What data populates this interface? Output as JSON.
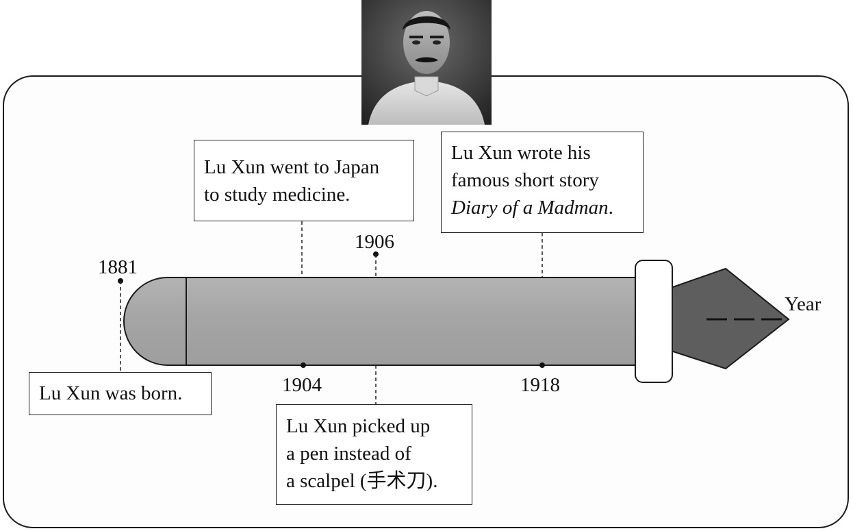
{
  "axis": {
    "label": "Year"
  },
  "years": {
    "y1881": "1881",
    "y1904": "1904",
    "y1906": "1906",
    "y1918": "1918"
  },
  "events": {
    "born": {
      "line1": "Lu Xun was born."
    },
    "japan": {
      "line1": "Lu Xun went to Japan",
      "line2": "to study medicine."
    },
    "pen": {
      "line1": "Lu Xun picked up",
      "line2": "a pen instead of",
      "line3": "a scalpel (手术刀)."
    },
    "madman": {
      "line1": "Lu Xun wrote his",
      "line2": "famous short story",
      "line3_title": "Diary of a Madman",
      "line3_end": "."
    }
  },
  "colors": {
    "bar_fill": "#a9a9a9",
    "tip_fill": "#5e5e5e",
    "outline": "#1a1a1a"
  }
}
